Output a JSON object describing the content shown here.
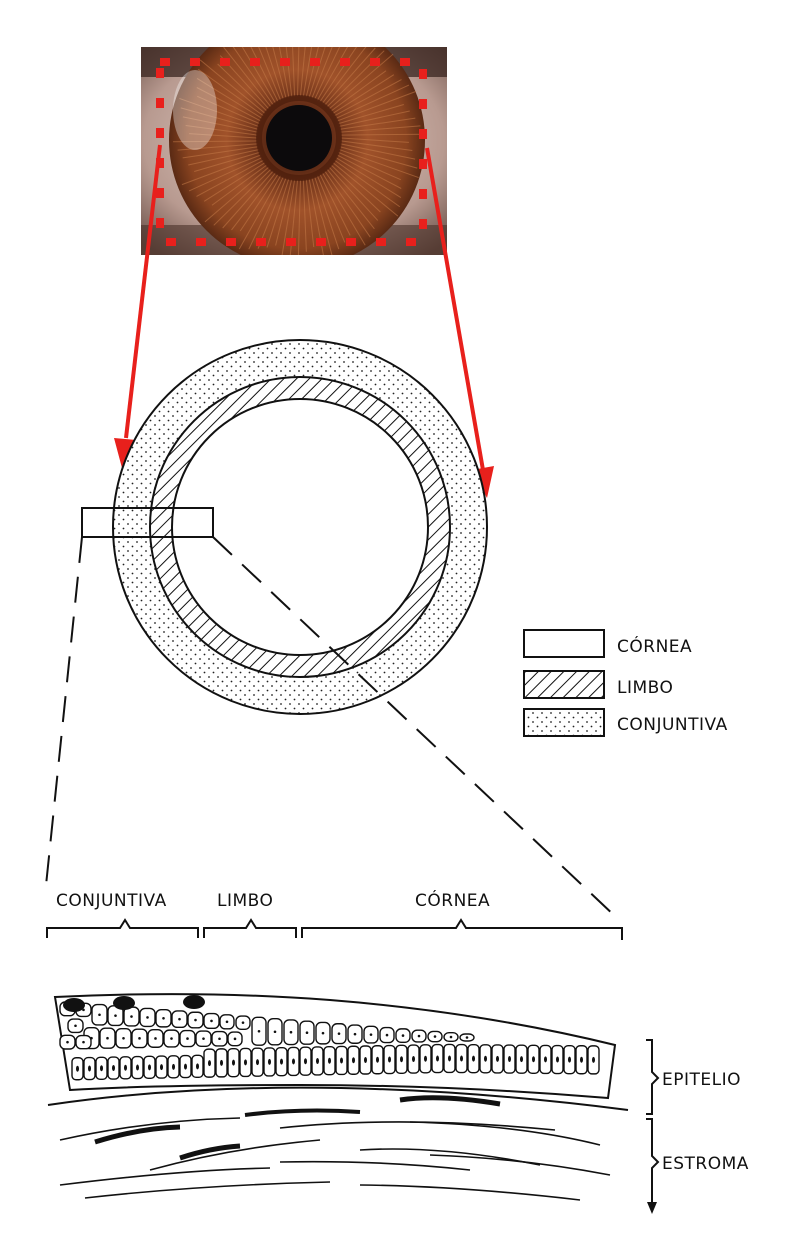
{
  "legend": {
    "cornea": "CÓRNEA",
    "limbo": "LIMBO",
    "conjuntiva": "CONJUNTIVA"
  },
  "section_labels": {
    "conjuntiva": "CONJUNTIVA",
    "limbo": "LIMBO",
    "cornea": "CÓRNEA"
  },
  "layer_labels": {
    "epitelio": "EPITELIO",
    "estroma": "ESTROMA"
  },
  "colors": {
    "arrow": "#e8201c",
    "iris": "#9a4a22",
    "ink": "#111111"
  }
}
